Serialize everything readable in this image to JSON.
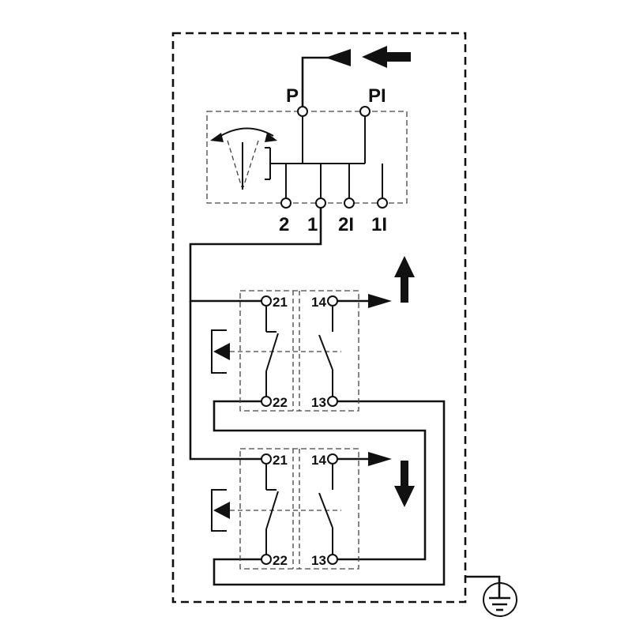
{
  "pressure_block": {
    "port_labels": [
      "P",
      "PI"
    ],
    "terminal_labels": [
      "2",
      "1",
      "2I",
      "1I"
    ]
  },
  "contact_block_upper": {
    "nc_top": "21",
    "nc_bottom": "22",
    "no_top": "14",
    "no_bottom": "13",
    "output_arrow": "arrow-up"
  },
  "contact_block_lower": {
    "nc_top": "21",
    "nc_bottom": "22",
    "no_top": "14",
    "no_bottom": "13",
    "output_arrow": "arrow-down"
  },
  "symbols": {
    "input_arrow": "arrow-left-icon",
    "ground": "protective-earth-icon"
  }
}
